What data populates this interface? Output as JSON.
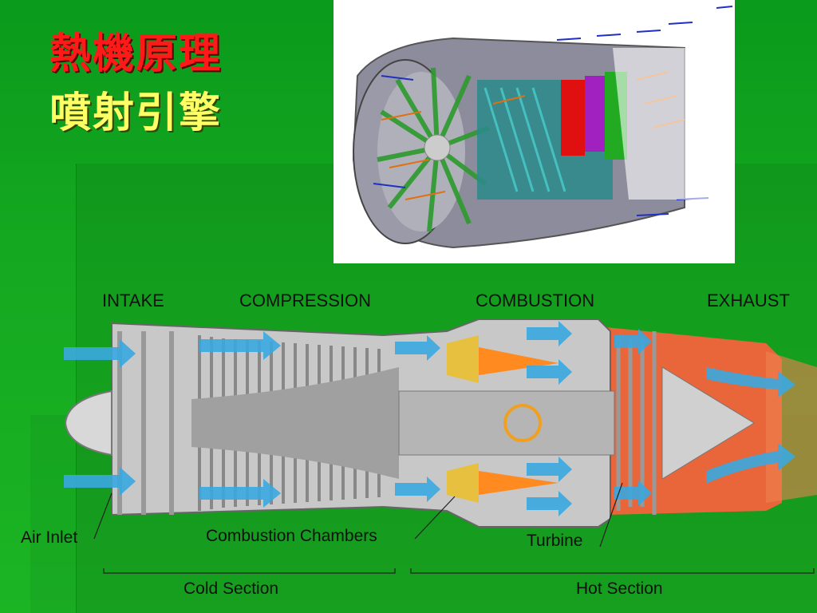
{
  "slide": {
    "title_line1": "熱機原理",
    "title_line2": "噴射引擎"
  },
  "diagram": {
    "section_labels": [
      "INTAKE",
      "COMPRESSION",
      "COMBUSTION",
      "EXHAUST"
    ],
    "part_labels": {
      "air_inlet": "Air Inlet",
      "combustion_chambers": "Combustion Chambers",
      "turbine": "Turbine"
    },
    "region_labels": {
      "cold": "Cold Section",
      "hot": "Hot Section"
    }
  },
  "colors": {
    "background": "#14a820",
    "title_line1": "#ff1a1a",
    "title_line2": "#ffff66",
    "exhaust_orange": "#ea6a3a",
    "airflow_blue": "#3aa8e0",
    "engine_gray": "#b8b8b8"
  }
}
